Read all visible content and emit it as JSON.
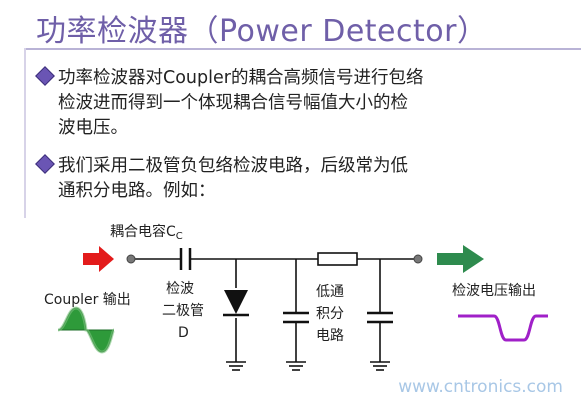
{
  "title": "功率检波器（Power Detector）",
  "bullets": [
    {
      "lines": [
        "功率检波器对Coupler的耦合高频信号进行包络",
        "检波进而得到一个体现耦合信号幅值大小的检",
        "波电压。"
      ]
    },
    {
      "lines": [
        "我们采用二极管负包络检波电路，后级常为低",
        "通积分电路。例如："
      ]
    }
  ],
  "diagram": {
    "cap_label": "耦合电容C",
    "cap_subscript": "C",
    "input_label": "Coupler 输出",
    "diode_label": [
      "检波",
      "二极管",
      "D"
    ],
    "filter_label": [
      "低通",
      "积分",
      "电路"
    ],
    "output_label": "检波电压输出",
    "colors": {
      "input_arrow": "#e31b1b",
      "output_arrow": "#2e8b4e",
      "input_wave": "#2e9a3a",
      "output_wave": "#a020c8"
    }
  },
  "watermark": "www.cntronics.com"
}
